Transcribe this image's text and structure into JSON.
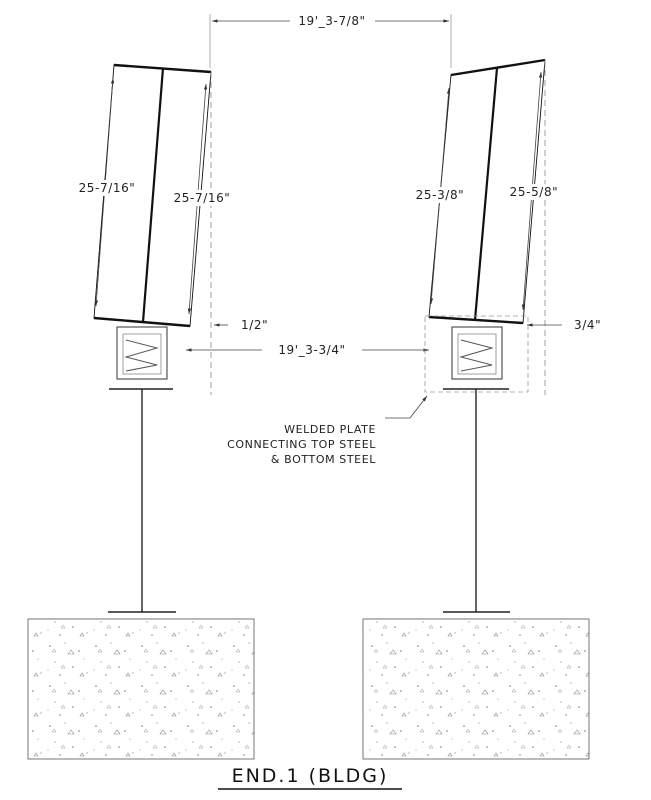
{
  "title": "END.1 (BLDG)",
  "dimensions": {
    "top_span": "19'_3-7/8\"",
    "bottom_span": "19'_3-3/4\"",
    "left_post_left": "25-7/16\"",
    "left_post_right": "25-7/16\"",
    "right_post_left": "25-3/8\"",
    "right_post_right": "25-5/8\"",
    "left_offset": "1/2\"",
    "right_offset": "3/4\""
  },
  "note": {
    "line1": "WELDED PLATE",
    "line2": "CONNECTING TOP STEEL",
    "line3": "& BOTTOM STEEL"
  }
}
